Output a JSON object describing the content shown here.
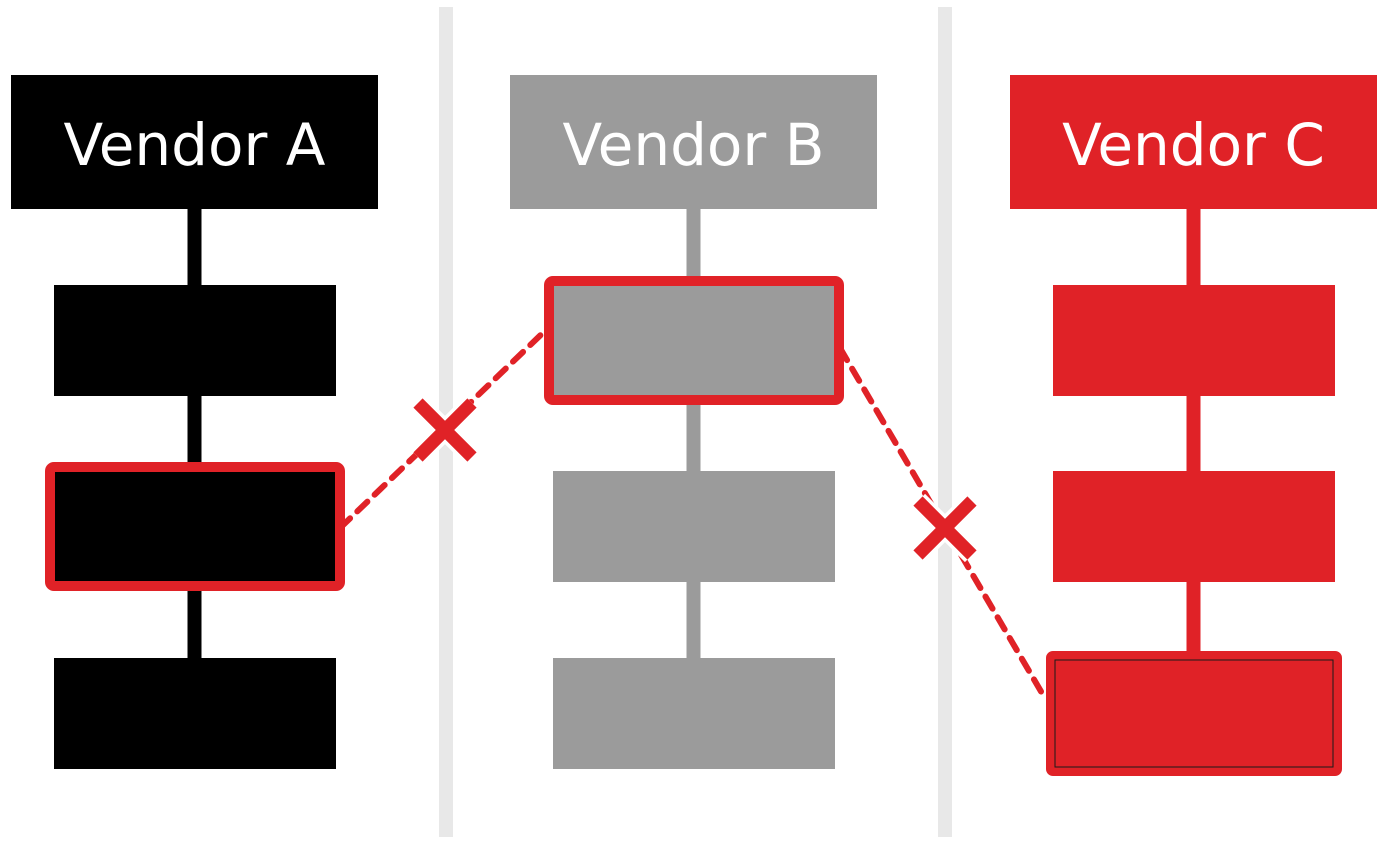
{
  "colors": {
    "vendor_a": "#000000",
    "vendor_b": "#9b9b9b",
    "vendor_c": "#e02227",
    "highlight": "#e02227",
    "divider": "#e8e8e8",
    "header_text": "#ffffff"
  },
  "vendors": [
    {
      "label": "Vendor A",
      "color_key": "vendor_a",
      "highlighted_step": 1
    },
    {
      "label": "Vendor B",
      "color_key": "vendor_b",
      "highlighted_step": 0
    },
    {
      "label": "Vendor C",
      "color_key": "vendor_c",
      "highlighted_step": 2
    }
  ],
  "connections": [
    {
      "from_vendor": 0,
      "to_vendor": 1,
      "style": "dashed",
      "marker": "x"
    },
    {
      "from_vendor": 1,
      "to_vendor": 2,
      "style": "dashed",
      "marker": "x"
    }
  ]
}
